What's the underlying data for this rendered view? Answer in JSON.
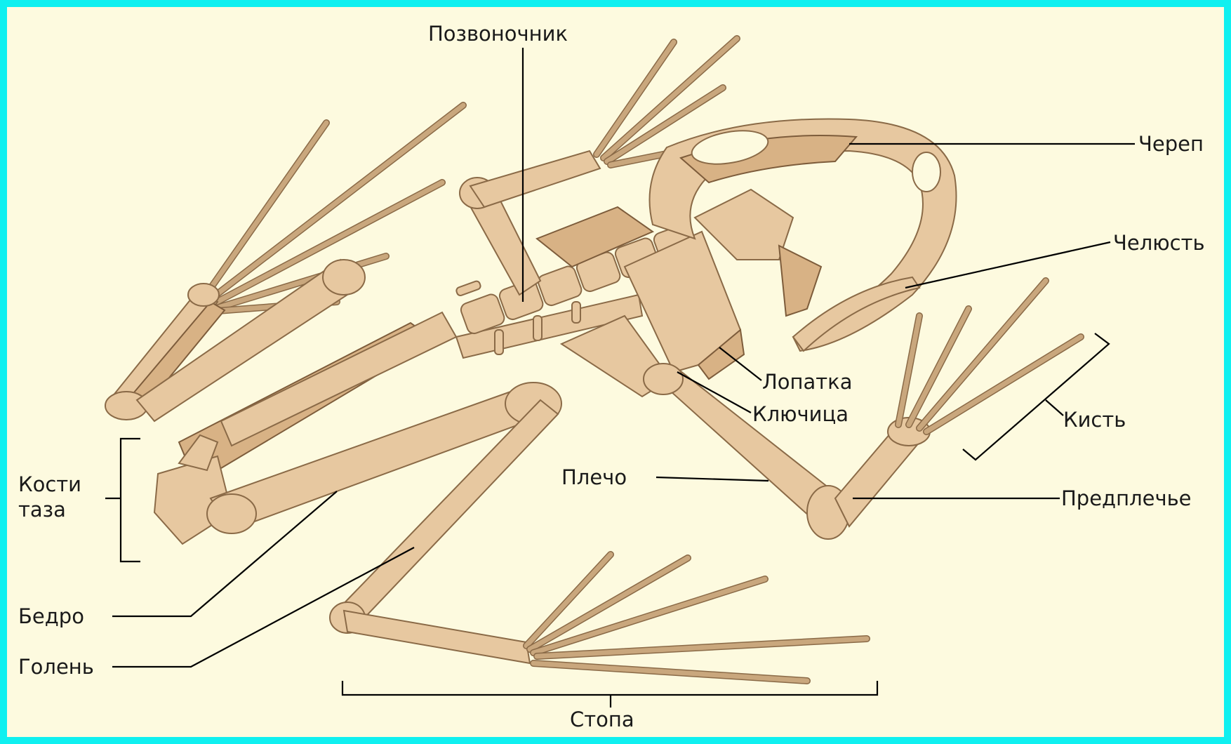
{
  "labels": {
    "spine": "Позвоночник",
    "skull": "Череп",
    "jaw": "Челюсть",
    "scapula": "Лопатка",
    "clavicle": "Ключица",
    "hand": "Кисть",
    "shoulder": "Плечо",
    "forearm": "Предплечье",
    "pelvis_line1": "Кости",
    "pelvis_line2": "таза",
    "femur": "Бедро",
    "shin": "Голень",
    "foot": "Стопа"
  },
  "colors": {
    "frame": "#0ff0f0",
    "background": "#fdfadf",
    "bone": "#e7c8a0",
    "bone_shadow": "#8a6a47"
  }
}
